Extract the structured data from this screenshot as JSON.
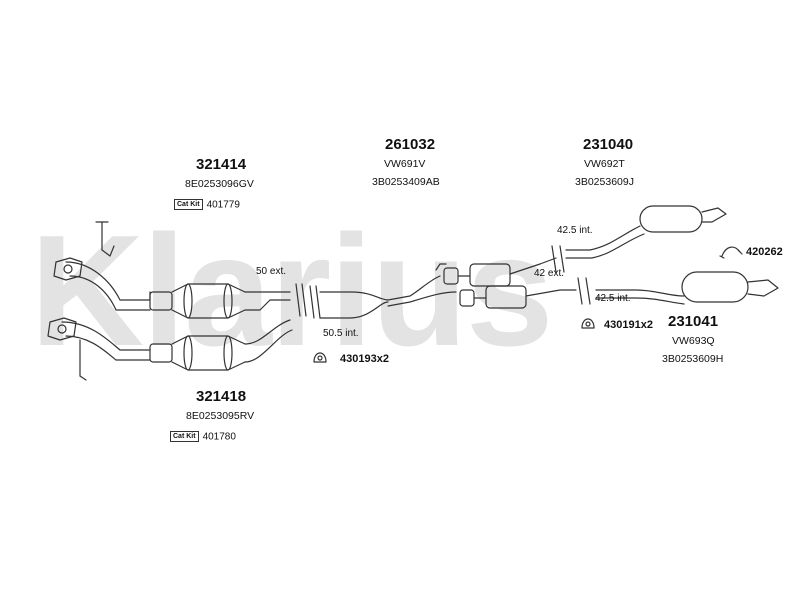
{
  "watermark": "Klarius",
  "parts": {
    "p321414": {
      "number": "321414",
      "oe": "8E0253096GV",
      "cat_badge": "Cat Kit",
      "cat_number": "401779"
    },
    "p321418": {
      "number": "321418",
      "oe": "8E0253095RV",
      "cat_badge": "Cat Kit",
      "cat_number": "401780"
    },
    "p261032": {
      "number": "261032",
      "ref": "VW691V",
      "oe": "3B0253409AB"
    },
    "p231040": {
      "number": "231040",
      "ref": "VW692T",
      "oe": "3B0253609J"
    },
    "p231041": {
      "number": "231041",
      "ref": "VW693Q",
      "oe": "3B0253609H"
    }
  },
  "dimensions": {
    "d50": "50 ext.",
    "d50_5": "50.5 int.",
    "d42_5_top": "42.5 int.",
    "d42": "42 ext.",
    "d42_5_bottom": "42.5 int."
  },
  "accessories": {
    "a430193": "430193x2",
    "a430191": "430191x2",
    "a420262": "420262"
  }
}
